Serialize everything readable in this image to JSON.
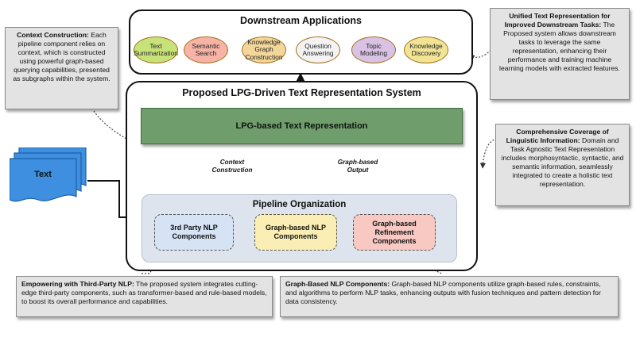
{
  "downstream": {
    "title": "Downstream Applications",
    "apps": [
      {
        "label": "Text Summarization",
        "color": "#c8e27a"
      },
      {
        "label": "Semantic Search",
        "color": "#f6b3a6"
      },
      {
        "label": "Knowledge Graph Construction",
        "color": "#f3d79a"
      },
      {
        "label": "Question Answering",
        "color": "#f3f3f3"
      },
      {
        "label": "Topic Modeling",
        "color": "#d9c2e4"
      },
      {
        "label": "Knowledge Discovery",
        "color": "#f2e495"
      }
    ]
  },
  "system": {
    "title": "Proposed LPG-Driven Text Representation System",
    "lpg_label": "LPG-based Text Representation",
    "arrow_left_label": "Context Construction",
    "arrow_right_label": "Graph-based Output",
    "pipeline_title": "Pipeline Organization",
    "components": [
      {
        "label": "3rd Party NLP Components",
        "color": "#d5e3f5"
      },
      {
        "label": "Graph-based NLP Components",
        "color": "#fbeeb4"
      },
      {
        "label": "Graph-based Refinement Components",
        "color": "#f8c9c3"
      }
    ]
  },
  "input": {
    "label": "Text"
  },
  "callouts": {
    "context": {
      "lead": "Context Construction:",
      "text": " Each pipeline component relies on context, which is constructed using powerful graph-based querying capabilities, presented as subgraphs within the system."
    },
    "unified": {
      "lead": "Unified Text Representation for Improved Downstream Tasks:",
      "text": " The Proposed system allows downstream tasks to leverage the same representation, enhancing their performance and training machine learning models with extracted features."
    },
    "coverage": {
      "lead": "Comprehensive Coverage of Linguistic Information:",
      "text": " Domain and Task Agnostic Text Representation includes morphosyntactic, syntactic, and semantic information, seamlessly integrated to create a holistic text representation."
    },
    "thirdparty": {
      "lead": "Empowering with Third-Party NLP:",
      "text": " The proposed system integrates cutting-edge third-party components, such as transformer-based and rule-based models, to boost its overall performance and capabilities."
    },
    "graphnlp": {
      "lead": "Graph-Based NLP Components:",
      "text": "  Graph-based NLP components utilize graph-based rules, constraints, and algorithms to perform NLP tasks, enhancing outputs with fusion techniques and pattern detection for data consistency."
    }
  }
}
